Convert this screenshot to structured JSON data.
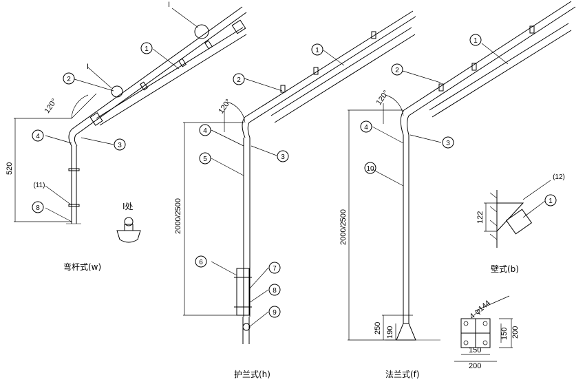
{
  "captions": {
    "w": "弯杆式(w)",
    "h": "护兰式(h)",
    "f": "法兰式(f)",
    "b": "壁式(b)"
  },
  "detail_label": "I处",
  "section_mark": "I",
  "angles": {
    "w": "120°",
    "h": "120°",
    "f": "120°"
  },
  "dims": {
    "w_height": "520",
    "h_height": "2000/2500",
    "f_height": "2000/2500",
    "f_base": "250",
    "f_base2": "190",
    "b_height": "122",
    "plate_hole": "4-φ144",
    "plate_w_inner": "150",
    "plate_w_outer": "200",
    "plate_h_inner": "150",
    "plate_h_outer": "200"
  },
  "callouts": {
    "c1": "1",
    "c2": "2",
    "c3": "3",
    "c4": "4",
    "c5": "5",
    "c6": "6",
    "c7": "7",
    "c8": "8",
    "c9": "9",
    "c10": "10",
    "c11": "(11)",
    "c12": "(12)"
  }
}
